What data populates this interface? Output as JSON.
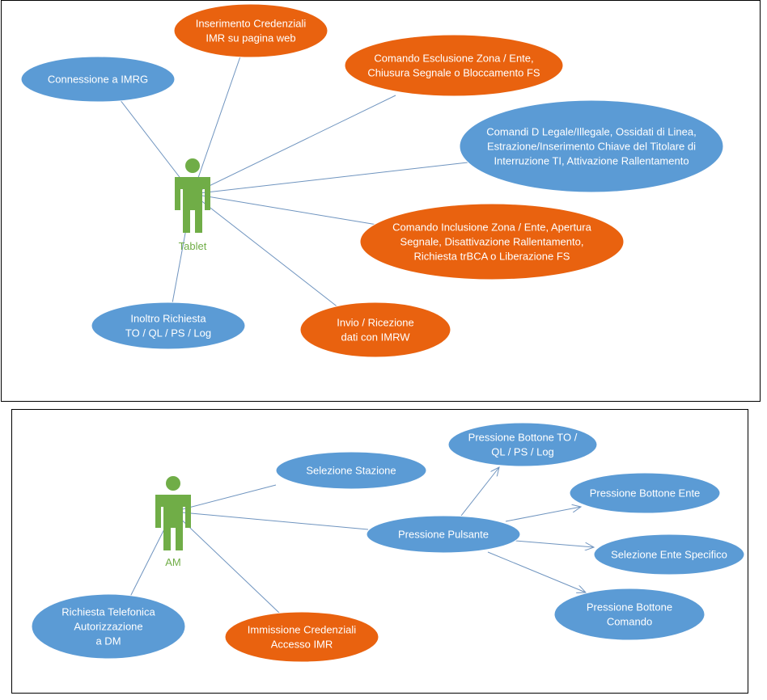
{
  "colors": {
    "blue": "#5b9bd5",
    "orange": "#e9620f",
    "green": "#70ad47",
    "line": "#6f94bf"
  },
  "top": {
    "actor": {
      "label": "Tablet"
    },
    "use_cases": [
      {
        "id": "connessione",
        "color": "blue",
        "lines": [
          "Connessione a IMRG"
        ]
      },
      {
        "id": "credenziali",
        "color": "orange",
        "lines": [
          "Inserimento Credenziali",
          "IMR su pagina web"
        ]
      },
      {
        "id": "esclusione",
        "color": "orange",
        "lines": [
          "Comando Esclusione Zona / Ente,",
          "Chiusura Segnale o Bloccamento FS"
        ]
      },
      {
        "id": "comandi-d",
        "color": "blue",
        "lines": [
          "Comandi D Legale/Illegale, Ossidati di Linea,",
          "Estrazione/Inserimento Chiave del Titolare di",
          "Interruzione TI, Attivazione Rallentamento"
        ]
      },
      {
        "id": "inclusione",
        "color": "orange",
        "lines": [
          "Comando Inclusione Zona / Ente, Apertura",
          "Segnale, Disattivazione Rallentamento,",
          "Richiesta trBCA o Liberazione FS"
        ]
      },
      {
        "id": "invio",
        "color": "orange",
        "lines": [
          "Invio / Ricezione",
          "dati con IMRW"
        ]
      },
      {
        "id": "inoltro",
        "color": "blue",
        "lines": [
          "Inoltro Richiesta",
          "TO / QL / PS / Log"
        ]
      }
    ]
  },
  "bottom": {
    "actor": {
      "label": "AM"
    },
    "use_cases": [
      {
        "id": "selezione-stazione",
        "color": "blue",
        "lines": [
          "Selezione Stazione"
        ]
      },
      {
        "id": "pressione-pulsante",
        "color": "blue",
        "lines": [
          "Pressione Pulsante"
        ]
      },
      {
        "id": "richiesta-telefonica",
        "color": "blue",
        "lines": [
          "Richiesta Telefonica",
          "Autorizzazione",
          "a DM"
        ]
      },
      {
        "id": "immissione-credenziali",
        "color": "orange",
        "lines": [
          "Immissione Credenziali",
          "Accesso IMR"
        ]
      },
      {
        "id": "bottone-to",
        "color": "blue",
        "lines": [
          "Pressione Bottone TO /",
          "QL / PS / Log"
        ]
      },
      {
        "id": "bottone-ente",
        "color": "blue",
        "lines": [
          "Pressione Bottone Ente"
        ]
      },
      {
        "id": "ente-specifico",
        "color": "blue",
        "lines": [
          "Selezione Ente Specifico"
        ]
      },
      {
        "id": "bottone-comando",
        "color": "blue",
        "lines": [
          "Pressione Bottone",
          "Comando"
        ]
      }
    ],
    "extends": [
      {
        "from": "pressione-pulsante",
        "to": "bottone-to"
      },
      {
        "from": "pressione-pulsante",
        "to": "bottone-ente"
      },
      {
        "from": "pressione-pulsante",
        "to": "ente-specifico"
      },
      {
        "from": "pressione-pulsante",
        "to": "bottone-comando"
      }
    ]
  }
}
